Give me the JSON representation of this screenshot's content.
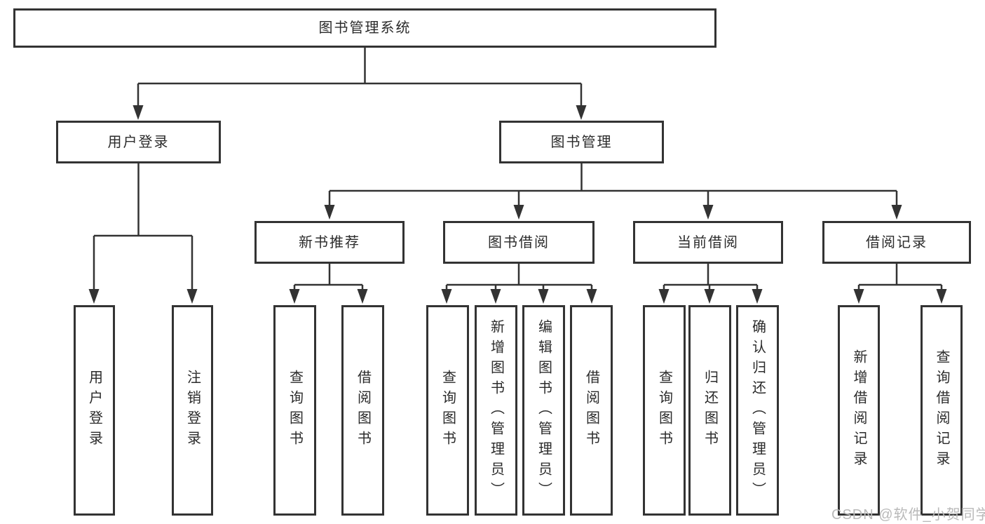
{
  "title": "图书管理系统",
  "nodes": {
    "root": "图书管理系统",
    "user_login": "用户登录",
    "book_mgmt": "图书管理",
    "new_book_rec": "新书推荐",
    "book_borrow": "图书借阅",
    "current_borrow": "当前借阅",
    "borrow_records": "借阅记录",
    "leaf_user_login": "用户登录",
    "leaf_logout": "注销登录",
    "leaf_nb_query": "查询图书",
    "leaf_nb_borrow": "借阅图书",
    "leaf_bb_query": "查询图书",
    "leaf_bb_add": "新增图书（管理员）",
    "leaf_bb_edit": "编辑图书（管理员）",
    "leaf_bb_borrow": "借阅图书",
    "leaf_cb_query": "查询图书",
    "leaf_cb_return": "归还图书",
    "leaf_cb_confirm": "确认归还（管理员）",
    "leaf_br_add": "新增借阅记录",
    "leaf_br_query": "查询借阅记录"
  },
  "watermark": "CSDN @软件_小贺同学",
  "colors": {
    "line": "#333333",
    "border": "#333333",
    "text": "#2b2b2b",
    "watermark": "#b9b9b9",
    "background": "#ffffff"
  }
}
